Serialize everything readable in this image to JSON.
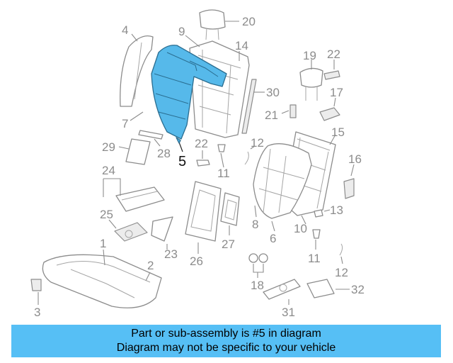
{
  "diagram": {
    "callouts": {
      "c1": "1",
      "c2": "2",
      "c3": "3",
      "c4": "4",
      "c5": "5",
      "c6": "6",
      "c7": "7",
      "c8": "8",
      "c9": "9",
      "c10": "10",
      "c11a": "11",
      "c11b": "11",
      "c12a": "12",
      "c12b": "12",
      "c13": "13",
      "c14": "14",
      "c15": "15",
      "c16": "16",
      "c17": "17",
      "c18": "18",
      "c19": "19",
      "c20": "20",
      "c21": "21",
      "c22a": "22",
      "c22b": "22",
      "c23": "23",
      "c24": "24",
      "c25": "25",
      "c26": "26",
      "c27": "27",
      "c28": "28",
      "c29": "29",
      "c30": "30",
      "c31": "31",
      "c32": "32"
    },
    "highlight_color": "#56b9ea",
    "line_color": "#8c8c8c"
  },
  "banner": {
    "line1": "Part or sub-assembly is #5 in diagram",
    "line2": "Diagram may not be specific to your vehicle",
    "background": "#56bff5"
  }
}
